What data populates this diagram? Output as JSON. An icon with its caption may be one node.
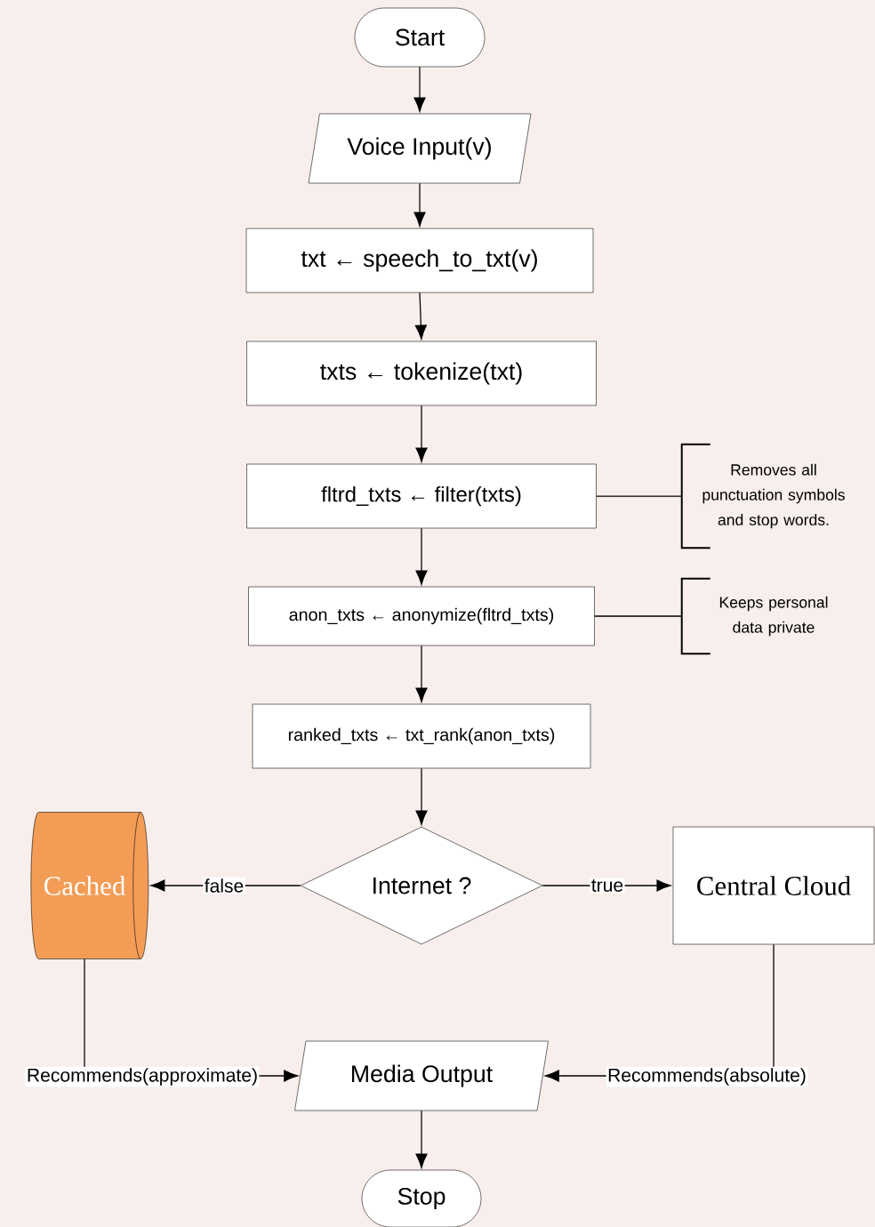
{
  "diagram": {
    "nodes": [
      {
        "text": [
          "Start"
        ]
      },
      {
        "text": [
          "Voice Input(v)"
        ]
      },
      {
        "text": [
          "txt ← speech_to_txt(v)"
        ]
      },
      {
        "text": [
          "txts ← tokenize(txt)"
        ]
      },
      {
        "text": [
          "fltrd_txts ← filter(txts)"
        ]
      },
      {
        "text": [
          "anon_txts ← anonymize(fltrd_txts)"
        ]
      },
      {
        "text": [
          "ranked_txts ← txt_rank(anon_txts)"
        ]
      },
      {
        "text": [
          "Internet ?"
        ]
      },
      {
        "text": [
          "Cached"
        ]
      },
      {
        "text": [
          "Central Cloud"
        ]
      },
      {
        "text": [
          "Media Output"
        ]
      },
      {
        "text": [
          "Stop"
        ]
      },
      {
        "text": [
          "Removes all punctuation symbols and stop words."
        ]
      },
      {
        "text": [
          "Keeps personal data private"
        ]
      }
    ],
    "edges": [
      {
        "from": 0,
        "to": 1,
        "arrow": "to"
      },
      {
        "from": 1,
        "to": 2,
        "arrow": "to"
      },
      {
        "from": 2,
        "to": 3,
        "arrow": "to"
      },
      {
        "from": 3,
        "to": 4,
        "arrow": "to"
      },
      {
        "from": 4,
        "to": 5,
        "arrow": "to"
      },
      {
        "from": 5,
        "to": 6,
        "arrow": "to"
      },
      {
        "from": 6,
        "to": 7,
        "arrow": "to"
      },
      {
        "from": 7,
        "to": 8,
        "arrow": "to",
        "label": "false"
      },
      {
        "from": 7,
        "to": 9,
        "arrow": "to",
        "label": "true"
      },
      {
        "from": 8,
        "to": 10,
        "arrow": "to",
        "label": "Recommends(approximate)"
      },
      {
        "from": 9,
        "to": 10,
        "arrow": "to",
        "label": "Recommends(absolute)"
      },
      {
        "from": 10,
        "to": 11,
        "arrow": "to"
      },
      {
        "from": 4,
        "to": 12,
        "arrow": "none"
      },
      {
        "from": 5,
        "to": 13,
        "arrow": "none"
      }
    ]
  }
}
